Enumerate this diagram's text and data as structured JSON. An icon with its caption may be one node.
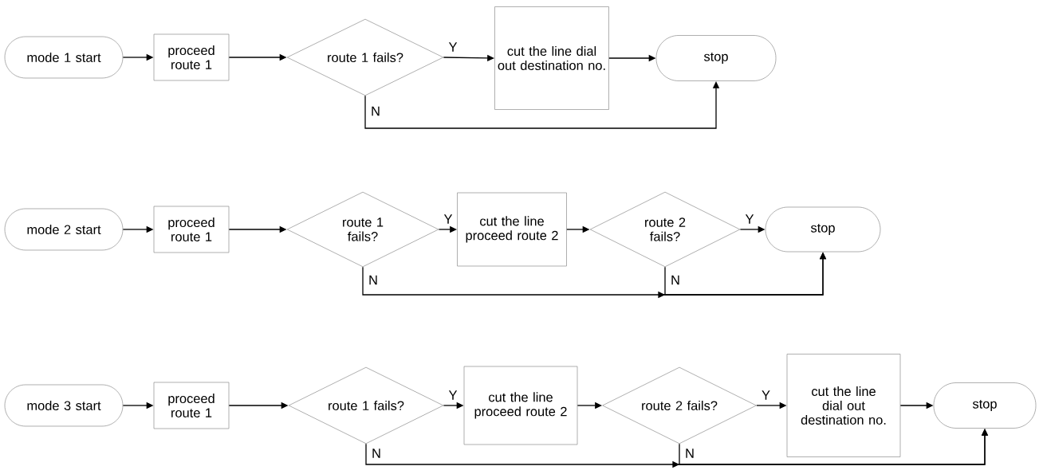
{
  "diagram": {
    "nodes": [
      {
        "text": [
          "mode 1 start"
        ]
      },
      {
        "text": [
          "proceed route 1"
        ]
      },
      {
        "text": [
          "route 1 fails?"
        ]
      },
      {
        "text": [
          "cut the line dial out destination no."
        ]
      },
      {
        "text": [
          "stop"
        ]
      },
      {
        "text": [
          "mode 2 start"
        ]
      },
      {
        "text": [
          "proceed route 1"
        ]
      },
      {
        "text": [
          "route 1 fails?"
        ]
      },
      {
        "text": [
          "cut the line proceed route 2"
        ]
      },
      {
        "text": [
          "route 2 fails?"
        ]
      },
      {
        "text": [
          "stop"
        ]
      },
      {
        "text": [
          "mode 3 start"
        ]
      },
      {
        "text": [
          "proceed route 1"
        ]
      },
      {
        "text": [
          "route 1 fails?"
        ]
      },
      {
        "text": [
          "cut the line proceed route 2"
        ]
      },
      {
        "text": [
          "route 2 fails?"
        ]
      },
      {
        "text": [
          "cut the line dial out destination no."
        ]
      },
      {
        "text": [
          "stop"
        ]
      }
    ],
    "edges": [
      {
        "from": 0,
        "to": 1,
        "arrow": "to"
      },
      {
        "from": 1,
        "to": 2,
        "arrow": "to"
      },
      {
        "from": 2,
        "to": 3,
        "arrow": "to",
        "label": "Y"
      },
      {
        "from": 3,
        "to": 4,
        "arrow": "to"
      },
      {
        "from": 2,
        "to": 4,
        "arrow": "to",
        "label": "N"
      },
      {
        "from": 5,
        "to": 6,
        "arrow": "to"
      },
      {
        "from": 6,
        "to": 7,
        "arrow": "to"
      },
      {
        "from": 7,
        "to": 8,
        "arrow": "to",
        "label": "Y"
      },
      {
        "from": 8,
        "to": 9,
        "arrow": "to"
      },
      {
        "from": 9,
        "to": 10,
        "arrow": "to",
        "label": "Y"
      },
      {
        "from": 7,
        "to": 10,
        "arrow": "to",
        "label": "N"
      },
      {
        "from": 9,
        "to": 10,
        "arrow": "to",
        "label": "N"
      },
      {
        "from": 11,
        "to": 12,
        "arrow": "to"
      },
      {
        "from": 12,
        "to": 13,
        "arrow": "to"
      },
      {
        "from": 13,
        "to": 14,
        "arrow": "to",
        "label": "Y"
      },
      {
        "from": 14,
        "to": 15,
        "arrow": "to"
      },
      {
        "from": 15,
        "to": 16,
        "arrow": "to",
        "label": "Y"
      },
      {
        "from": 16,
        "to": 17,
        "arrow": "to"
      },
      {
        "from": 13,
        "to": 17,
        "arrow": "to",
        "label": "N"
      },
      {
        "from": 15,
        "to": 17,
        "arrow": "to",
        "label": "N"
      }
    ]
  }
}
